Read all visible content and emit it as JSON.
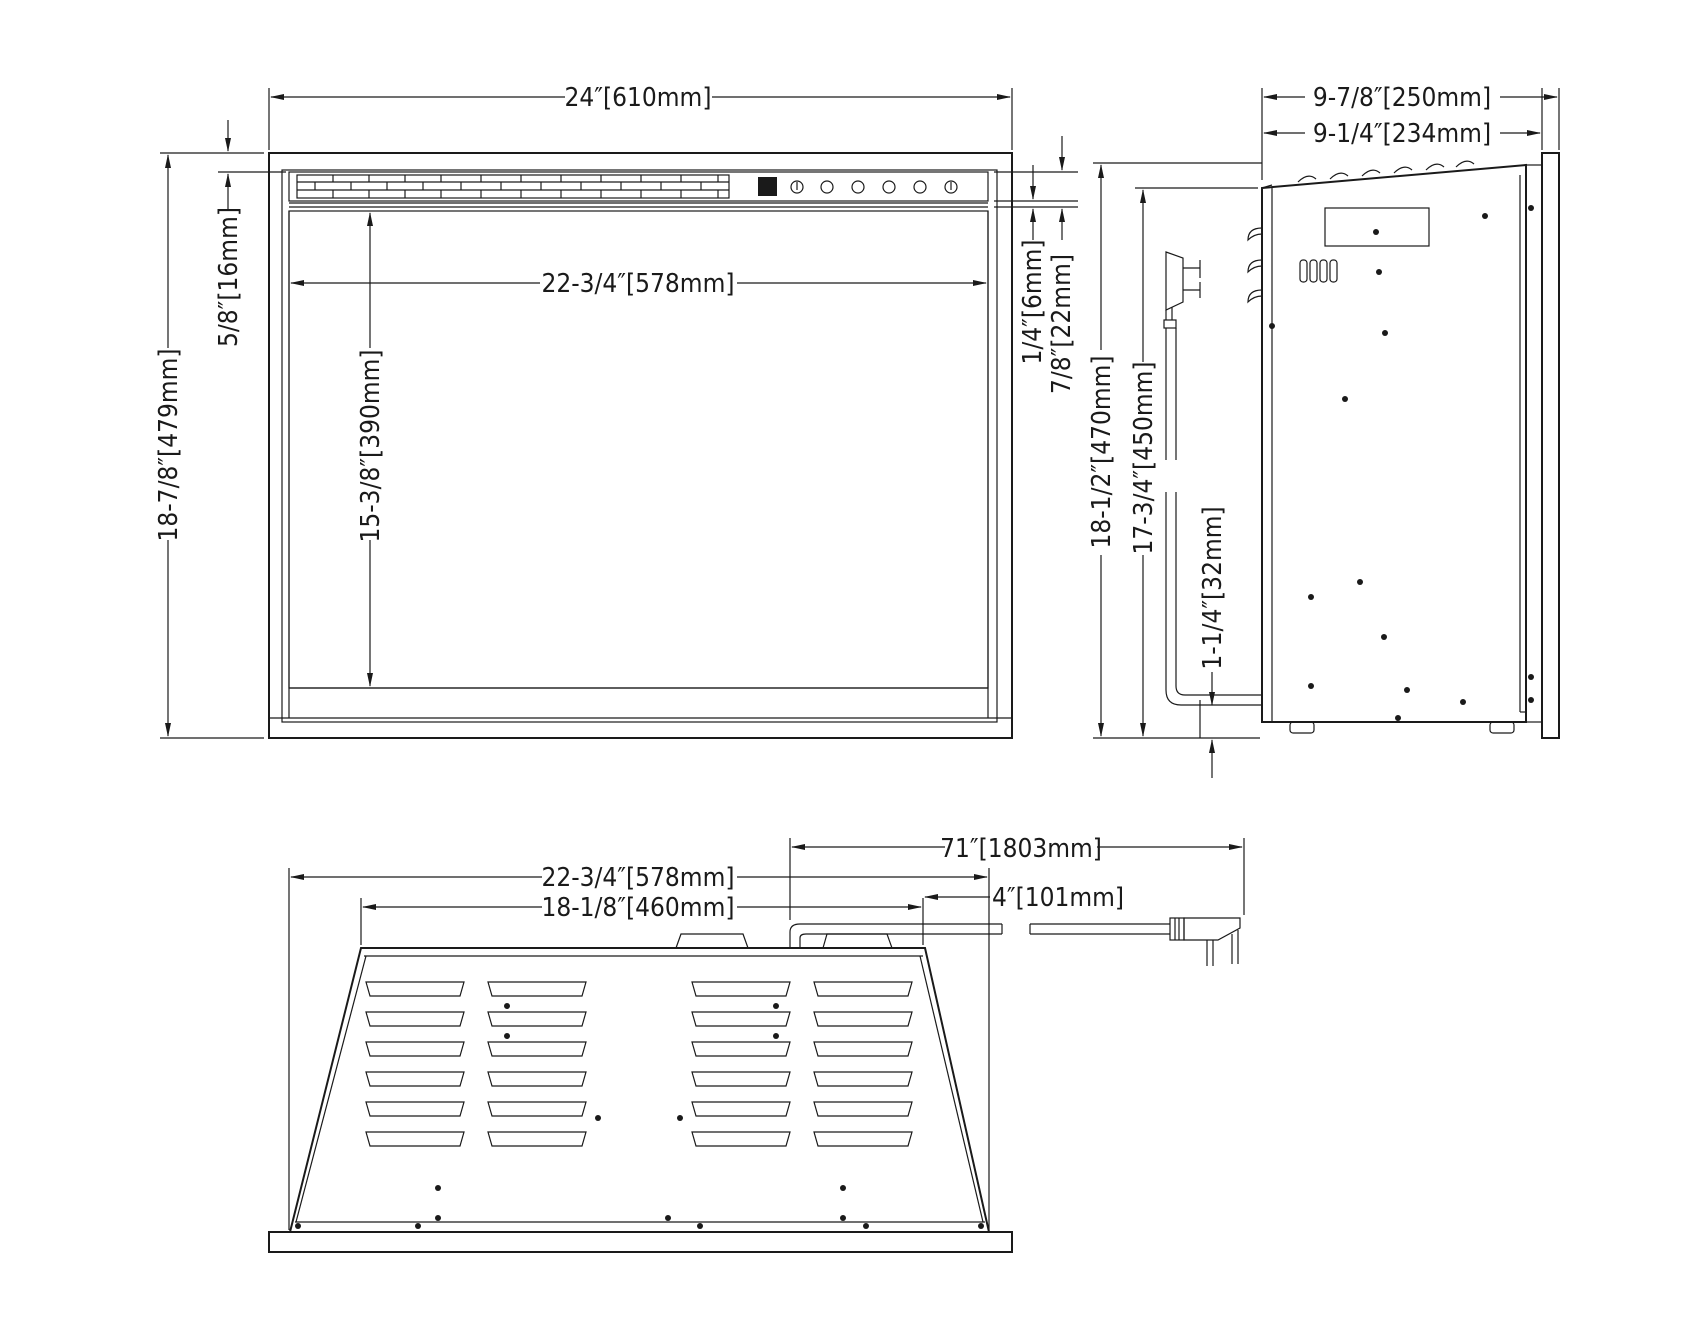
{
  "front_view": {
    "overall_width": "24″[610mm]",
    "opening_width": "22-3/4″[578mm]",
    "overall_height": "18-7/8″[479mm]",
    "opening_height": "15-3/8″[390mm]",
    "top_offset": "5/8″[16mm]",
    "right_offset_a": "1/4″[6mm]",
    "right_offset_b": "7/8″[22mm]",
    "control_icons": [
      "display-icon",
      "power-icon",
      "timer-icon",
      "flame-icon",
      "heat-icon",
      "light-icon",
      "remote-icon"
    ]
  },
  "side_view": {
    "overall_depth": "9-7/8″[250mm]",
    "body_depth": "9-1/4″[234mm]",
    "overall_height": "18-1/2″[470mm]",
    "body_height": "17-3/4″[450mm]",
    "cord_offset": "1-1/4″[32mm]"
  },
  "bottom_view": {
    "cord_length": "71″[1803mm]",
    "body_width": "22-3/4″[578mm]",
    "rear_width": "18-1/8″[460mm]",
    "cord_exit": "4″[101mm]"
  }
}
